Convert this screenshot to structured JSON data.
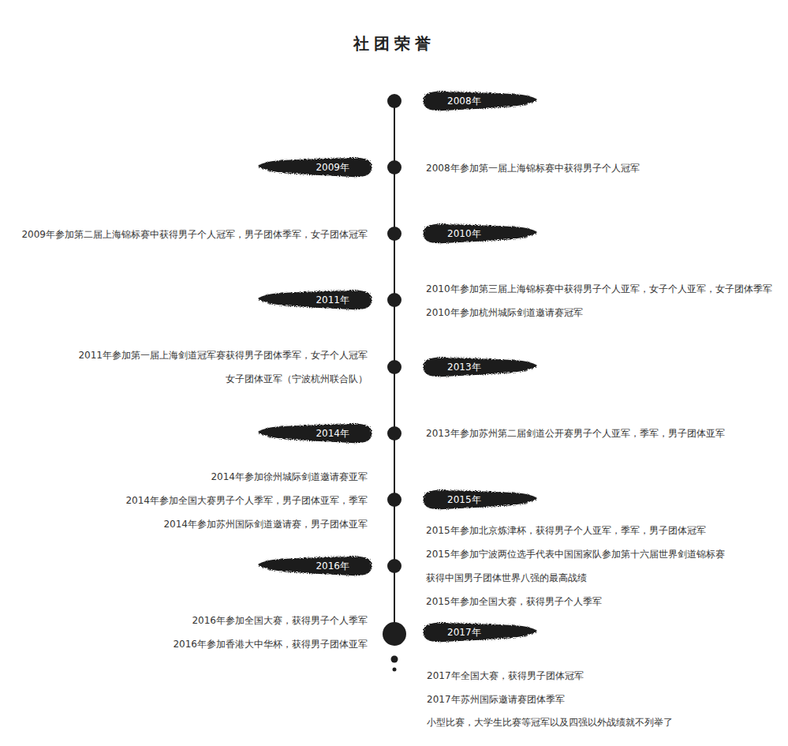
{
  "diagram": {
    "title": "社团荣誉",
    "nodes": [
      {
        "text": [
          "2008年"
        ]
      },
      {
        "text": [
          "2009年"
        ]
      },
      {
        "text": [
          "2010年"
        ]
      },
      {
        "text": [
          "2011年"
        ]
      },
      {
        "text": [
          "2013年"
        ]
      },
      {
        "text": [
          "2014年"
        ]
      },
      {
        "text": [
          "2015年"
        ]
      },
      {
        "text": [
          "2016年"
        ]
      },
      {
        "text": [
          "2017年"
        ]
      }
    ],
    "labels": [
      "2008年参加第一届上海锦标赛中获得男子个人冠军",
      "2009年参加第二届上海锦标赛中获得男子个人冠军，男子团体季军，女子团体冠军",
      "2010年参加第三届上海锦标赛中获得男子个人亚军，女子个人亚军，女子团体季军",
      "2010年参加杭州城际剑道邀请赛冠军",
      "2011年参加第一届上海剑道冠军赛获得男子团体季军，女子个人冠军",
      "女子团体亚军（宁波杭州联合队）",
      "2013年参加苏州第二届剑道公开赛男子个人亚军，季军，男子团体亚军",
      "2014年参加徐州城际剑道邀请赛亚军",
      "2014年参加全国大赛男子个人季军，男子团体亚军，季军",
      "2014年参加苏州国际剑道邀请赛，男子团体亚军",
      "2015年参加北京炼津杯，获得男子个人亚军，季军，男子团体冠军",
      "2015年参加宁波两位选手代表中国国家队参加第十六届世界剑道锦标赛",
      "获得中国男子团体世界八强的最高战绩",
      "2015年参加全国大赛，获得男子个人季军",
      "2016年参加全国大赛，获得男子个人季军",
      "2016年参加香港大中华杯，获得男子团体亚军",
      "2017年全国大赛，获得男子团体冠军",
      "2017年苏州国际邀请赛团体季军",
      "小型比赛，大学生比赛等冠军以及四强以外战绩就不列举了"
    ]
  }
}
